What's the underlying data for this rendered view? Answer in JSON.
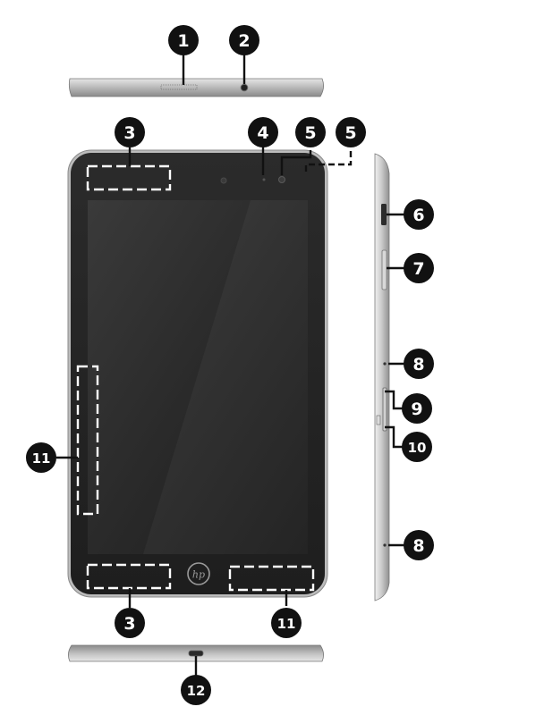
{
  "logo_text": "hp",
  "callouts": [
    {
      "id": "callout-1",
      "label": "1"
    },
    {
      "id": "callout-2",
      "label": "2"
    },
    {
      "id": "callout-3-top",
      "label": "3"
    },
    {
      "id": "callout-4",
      "label": "4"
    },
    {
      "id": "callout-5a",
      "label": "5"
    },
    {
      "id": "callout-5b",
      "label": "5"
    },
    {
      "id": "callout-6",
      "label": "6"
    },
    {
      "id": "callout-7",
      "label": "7"
    },
    {
      "id": "callout-8-top",
      "label": "8"
    },
    {
      "id": "callout-9",
      "label": "9"
    },
    {
      "id": "callout-10",
      "label": "10"
    },
    {
      "id": "callout-11-left",
      "label": "11"
    },
    {
      "id": "callout-8-bottom",
      "label": "8"
    },
    {
      "id": "callout-3-bottom",
      "label": "3"
    },
    {
      "id": "callout-11-bottom",
      "label": "11"
    },
    {
      "id": "callout-12",
      "label": "12"
    }
  ]
}
